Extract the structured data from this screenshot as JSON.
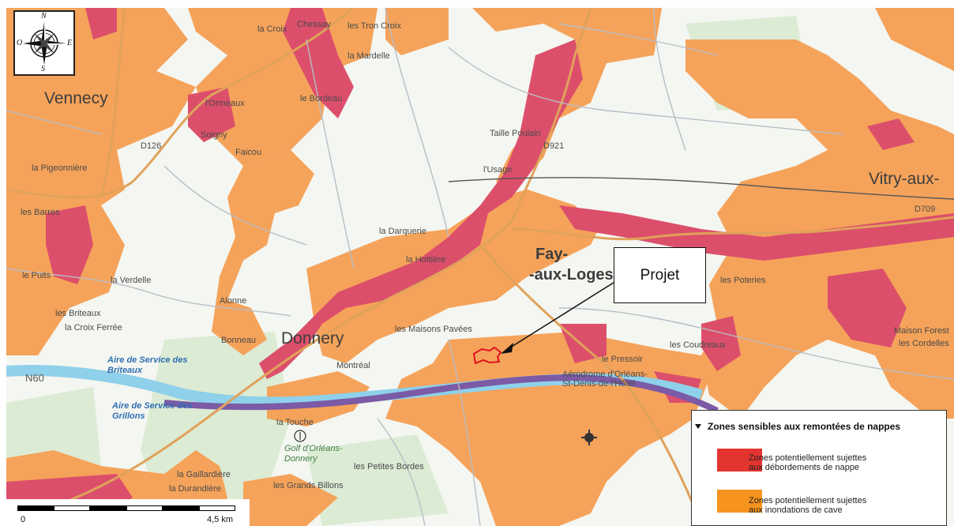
{
  "map": {
    "compass": {
      "n": "N",
      "s": "S",
      "e": "E",
      "o": "O"
    },
    "places": {
      "vennecy": "Vennecy",
      "donnery": "Donnery",
      "fay": "Fay-",
      "aux_loges": "-aux-Loges",
      "vitry": "Vitry-aux-",
      "chessay": "Chessay",
      "la_croix": "la Croix",
      "les_tron_croix": "les Tron Croix",
      "la_mardelle": "la Mardelle",
      "les_ormeaux": "l'Ormeaux",
      "le_bordeau": "le Bordeau",
      "soigny": "Soigny",
      "faicou": "Faicou",
      "la_pigeonniere": "la Pigeonnière",
      "les_barres": "les Barres",
      "le_puits": "le Puits",
      "la_verdelle": "la Verdelle",
      "alonne": "Alonne",
      "les_briteaux": "les Briteaux",
      "la_croix_ferree": "la Croix Ferrée",
      "bonneau": "Bonneau",
      "montreal": "Montréal",
      "les_maisons_pavees": "les Maisons Pavées",
      "la_darquerie": "la Darquerie",
      "la_hottiere": "la Hottière",
      "taille_poulain": "Taille Poulain",
      "l_usage": "l'Usage",
      "les_poteries": "les Poteries",
      "les_coudreaux": "les Coudreaux",
      "le_pressoir": "le Pressoir",
      "maison_forest": "Maison Forest",
      "les_cordelles": "les Cordelles",
      "la_touche": "la Touche",
      "les_petites_bordes": "les Petites Bordes",
      "la_gaillardiere": "la Gaillardière",
      "la_durandiere": "la Durandière",
      "les_grands_billons": "les Grands Billons",
      "aire_briteaux": "Aire de Service des Briteaux",
      "aire_grillons": "Aire de Service des Grillons",
      "golf": "Golf d'Orléans-Donnery",
      "aerodrome": "Aérodrome d'Orléans-St-Denis-de-l'Hôtel",
      "n60": "N60",
      "d126": "D126",
      "d921": "D921",
      "d709": "D709"
    },
    "project_label": "Projet",
    "legend": {
      "title": "Zones sensibles aux remontées de nappes",
      "items": [
        {
          "line1": "Zones potentiellement sujettes",
          "line2": "aux débordements de nappe",
          "color": "#e3342f"
        },
        {
          "line1": "Zones potentiellement sujettes",
          "line2": "aux inondations de cave",
          "color": "#f7941d"
        }
      ]
    },
    "scale": {
      "start": "0",
      "end": "4,5 km"
    },
    "colors": {
      "debordement": "#e3342f",
      "cave": "#f7941d",
      "orange_fill": "#f5a35a",
      "red_fill": "#dc4f6b",
      "motorway": "#7b5aa6",
      "canal": "#8fd0ea"
    }
  }
}
